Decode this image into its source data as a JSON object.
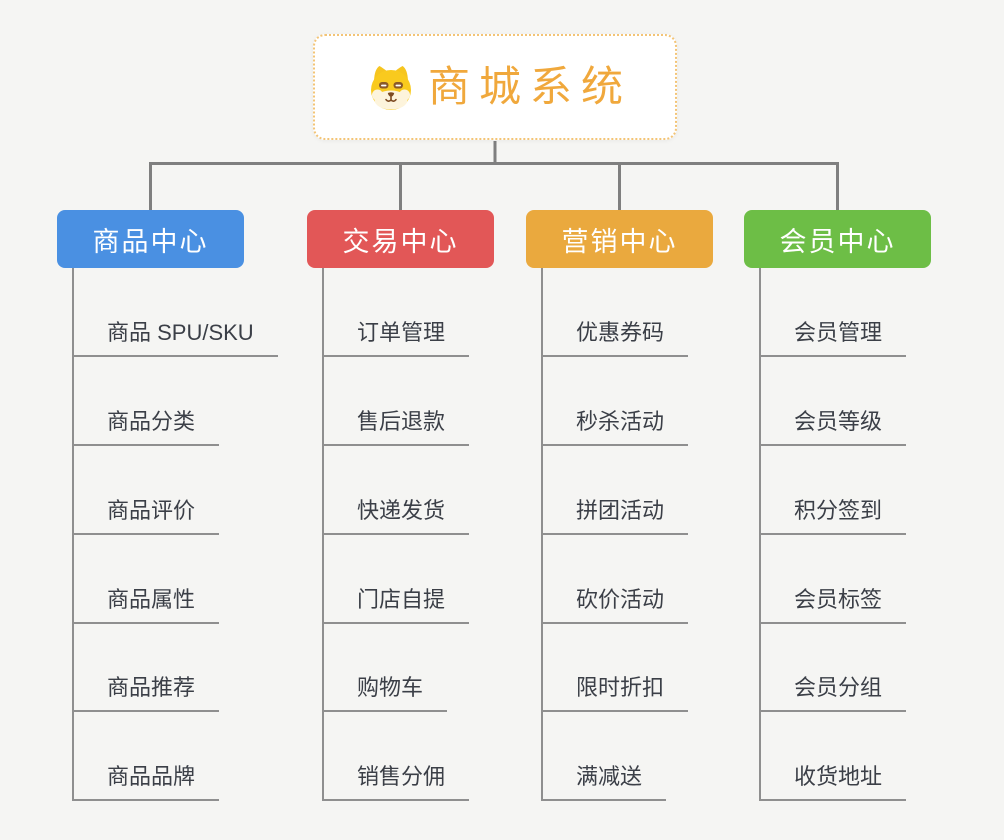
{
  "page": {
    "background": "#f5f5f3"
  },
  "root": {
    "title": "商城系统",
    "icon": "dog-face-icon",
    "title_color": "#f0a83c",
    "border_color": "#f3c476",
    "background": "#ffffff"
  },
  "connectors": {
    "tree_color": "#7f7f7f",
    "leaf_line_color": "#8f8f8f",
    "leaf_text_color": "#3b3f47"
  },
  "branches": [
    {
      "label": "商品中心",
      "color": "#4a90e2",
      "children": [
        "商品 SPU/SKU",
        "商品分类",
        "商品评价",
        "商品属性",
        "商品推荐",
        "商品品牌"
      ]
    },
    {
      "label": "交易中心",
      "color": "#e25757",
      "children": [
        "订单管理",
        "售后退款",
        "快递发货",
        "门店自提",
        "购物车",
        "销售分佣"
      ]
    },
    {
      "label": "营销中心",
      "color": "#eaa93e",
      "children": [
        "优惠券码",
        "秒杀活动",
        "拼团活动",
        "砍价活动",
        "限时折扣",
        "满减送"
      ]
    },
    {
      "label": "会员中心",
      "color": "#6dbe46",
      "children": [
        "会员管理",
        "会员等级",
        "积分签到",
        "会员标签",
        "会员分组",
        "收货地址"
      ]
    }
  ]
}
